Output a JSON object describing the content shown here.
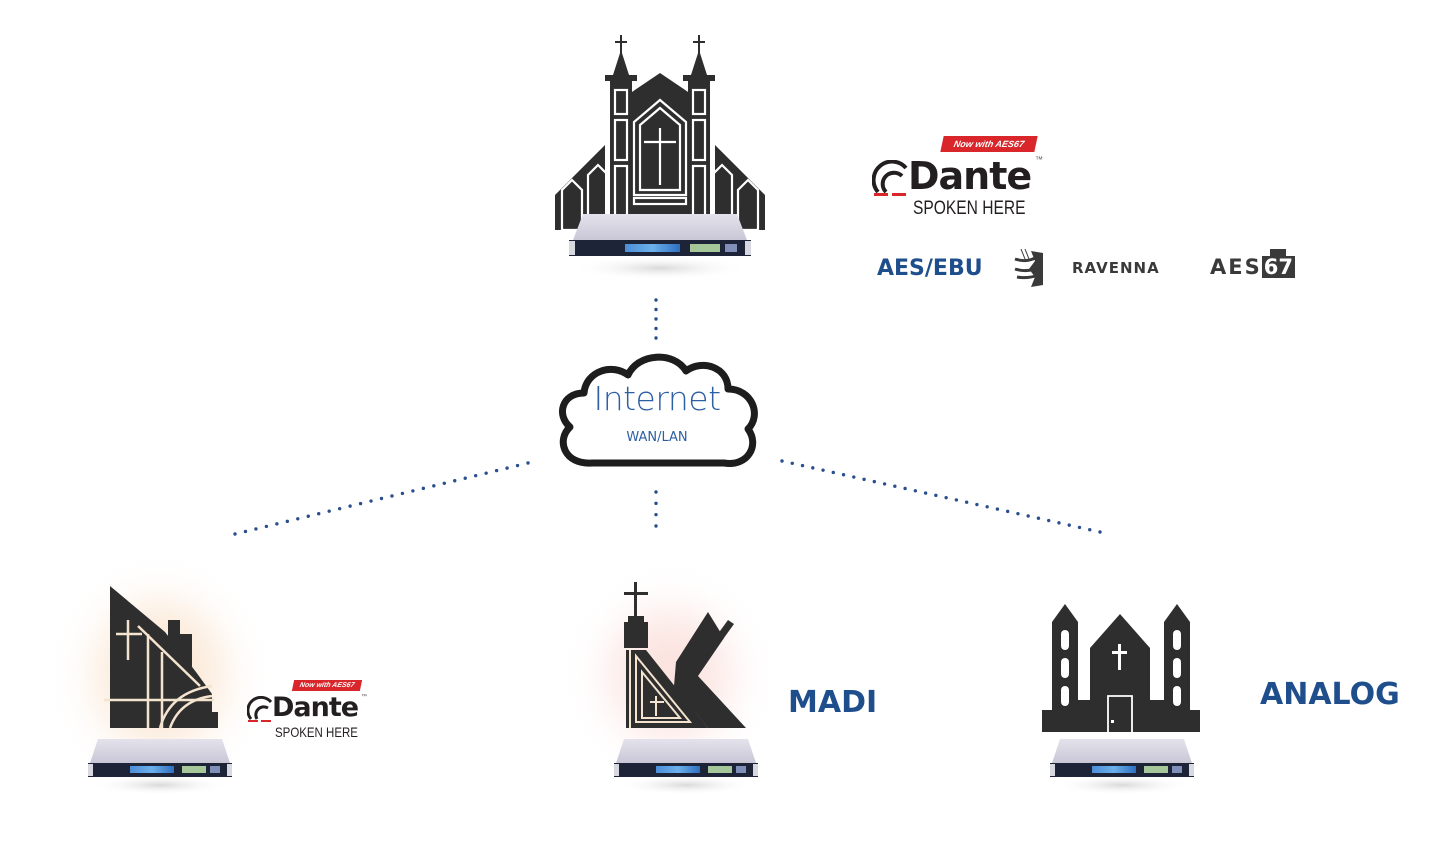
{
  "diagram": {
    "title": "Church audio network over Internet",
    "hub": {
      "label": "Internet",
      "sublabel": "WAN/LAN",
      "icon": "cloud-icon"
    },
    "main_site": {
      "icon": "cathedral-icon",
      "device_icon": "rack-unit-icon",
      "dante_logo": {
        "badge": "Now with AES67",
        "word": "Dante",
        "tm": "™",
        "tagline": "SPOKEN HERE"
      },
      "protocols": [
        {
          "label": "AES/EBU",
          "color": "#1f4e8c"
        },
        {
          "label": "RAVENNA",
          "icon": "ravenna-icon",
          "color": "#3a3a3a"
        },
        {
          "label_prefix": "AES",
          "label_box": "67",
          "color": "#3a3a3a"
        }
      ]
    },
    "remote_sites": [
      {
        "icon": "modern-church-organ-icon",
        "device_icon": "rack-unit-icon",
        "dante_logo": {
          "badge": "Now with AES67",
          "word": "Dante",
          "tm": "™",
          "tagline": "SPOKEN HERE"
        }
      },
      {
        "icon": "modern-church-tower-icon",
        "device_icon": "rack-unit-icon",
        "protocol": "MADI"
      },
      {
        "icon": "twin-tower-church-icon",
        "device_icon": "rack-unit-icon",
        "protocol": "ANALOG"
      }
    ],
    "colors": {
      "accent_blue": "#1f4e8c",
      "connector_dots": "#2a4f8f",
      "church_dark": "#2e2e2e",
      "dante_red": "#d8262a"
    }
  }
}
